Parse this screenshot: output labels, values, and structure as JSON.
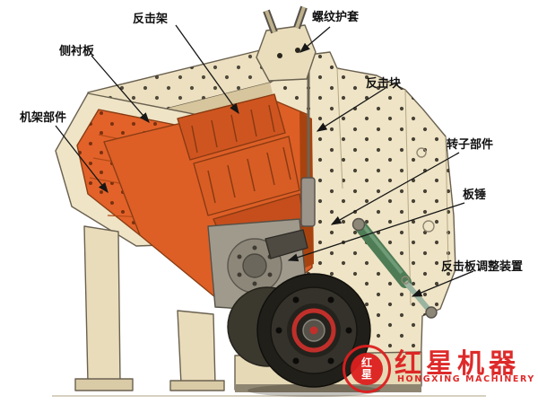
{
  "diagram": {
    "labels": [
      {
        "id": "impact-frame",
        "text": "反击架"
      },
      {
        "id": "thread-sleeve",
        "text": "螺纹护套"
      },
      {
        "id": "side-liner",
        "text": "侧衬板"
      },
      {
        "id": "impact-block",
        "text": "反击块"
      },
      {
        "id": "frame-parts",
        "text": "机架部件"
      },
      {
        "id": "rotor-parts",
        "text": "转子部件"
      },
      {
        "id": "blow-bar",
        "text": "板锤"
      },
      {
        "id": "impact-plate-adjuster",
        "text": "反击板调整装置"
      }
    ],
    "watermark": {
      "logo_char_top": "红",
      "logo_char_bottom": "星",
      "brand": "红星机器",
      "brand_en": "HONGXING MACHINERY"
    },
    "colors": {
      "body_beige": "#efe4c6",
      "liner_orange": "#e2622a",
      "metal_gray": "#a09a8d",
      "cylinder_green": "#4e7c55",
      "brand_red": "#dd1f1f"
    }
  }
}
